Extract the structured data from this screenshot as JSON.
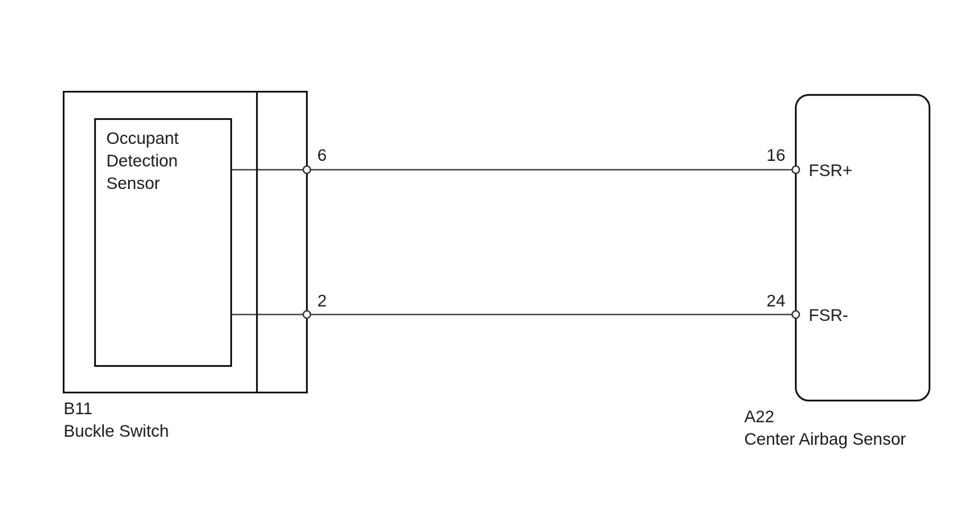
{
  "left_component": {
    "code": "B11",
    "name": "Buckle Switch",
    "inner_block": {
      "lines": [
        "Occupant",
        "Detection",
        "Sensor"
      ]
    }
  },
  "right_component": {
    "code": "A22",
    "name": "Center Airbag Sensor"
  },
  "wires": [
    {
      "from_pin": "6",
      "to_pin": "16",
      "to_signal": "FSR+"
    },
    {
      "from_pin": "2",
      "to_pin": "24",
      "to_signal": "FSR-"
    }
  ]
}
